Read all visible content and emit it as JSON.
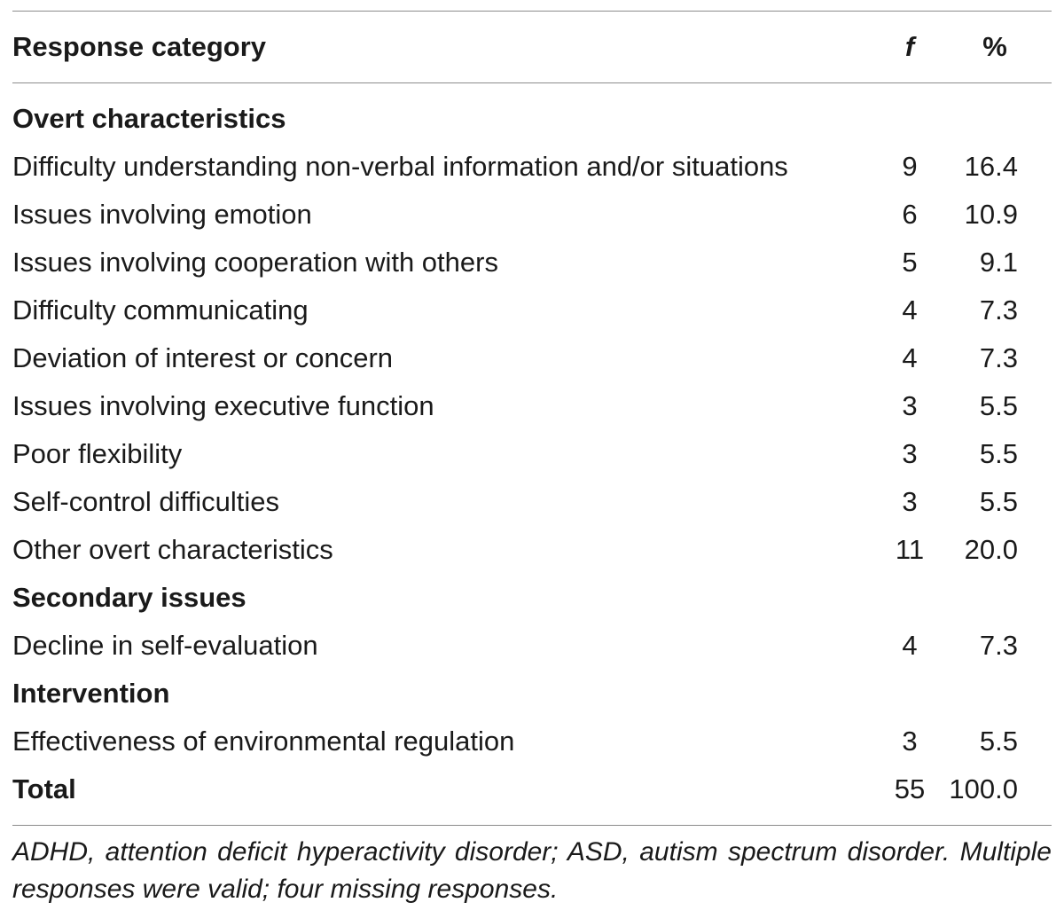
{
  "table": {
    "headers": {
      "category": "Response category",
      "f": "f",
      "percent": "%"
    },
    "rows": [
      {
        "type": "section",
        "category": "Overt characteristics",
        "f": "",
        "percent": ""
      },
      {
        "type": "item",
        "category": "Difficulty understanding non-verbal information and/or situations",
        "f": "9",
        "percent": "16.4"
      },
      {
        "type": "item",
        "category": "Issues involving emotion",
        "f": "6",
        "percent": "10.9"
      },
      {
        "type": "item",
        "category": "Issues involving cooperation with others",
        "f": "5",
        "percent": "9.1"
      },
      {
        "type": "item",
        "category": "Difficulty communicating",
        "f": "4",
        "percent": "7.3"
      },
      {
        "type": "item",
        "category": "Deviation of interest or concern",
        "f": "4",
        "percent": "7.3"
      },
      {
        "type": "item",
        "category": "Issues involving executive function",
        "f": "3",
        "percent": "5.5"
      },
      {
        "type": "item",
        "category": "Poor flexibility",
        "f": "3",
        "percent": "5.5"
      },
      {
        "type": "item",
        "category": "Self-control difficulties",
        "f": "3",
        "percent": "5.5"
      },
      {
        "type": "item",
        "category": "Other overt characteristics",
        "f": "11",
        "percent": "20.0"
      },
      {
        "type": "section",
        "category": "Secondary issues",
        "f": "",
        "percent": ""
      },
      {
        "type": "item",
        "category": "Decline in self-evaluation",
        "f": "4",
        "percent": "7.3"
      },
      {
        "type": "section",
        "category": "Intervention",
        "f": "",
        "percent": ""
      },
      {
        "type": "item",
        "category": "Effectiveness of environmental regulation",
        "f": "3",
        "percent": "5.5"
      },
      {
        "type": "total",
        "category": "Total",
        "f": "55",
        "percent": "100.0"
      }
    ]
  },
  "footnote": "ADHD, attention deficit hyperactivity disorder; ASD, autism spectrum disorder. Multiple responses were valid; four missing responses."
}
